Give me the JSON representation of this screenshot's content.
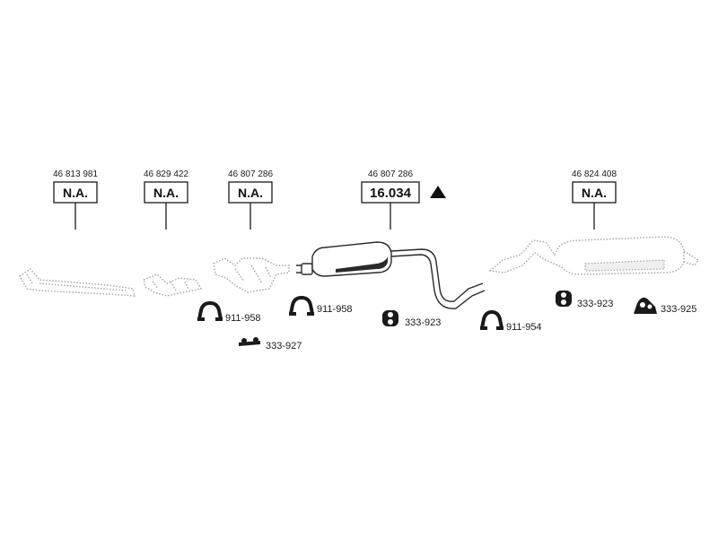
{
  "assemblies": [
    {
      "oem": "46 813 981",
      "code": "N.A."
    },
    {
      "oem": "46 829 422",
      "code": "N.A."
    },
    {
      "oem": "46 807 286",
      "code": "N.A."
    },
    {
      "oem": "46 807 286",
      "code": "16.034"
    },
    {
      "oem": "46 824 408",
      "code": "N.A."
    }
  ],
  "parts": [
    {
      "number": "911-958"
    },
    {
      "number": "333-927"
    },
    {
      "number": "911-958"
    },
    {
      "number": "333-923"
    },
    {
      "number": "911-954"
    },
    {
      "number": "333-923"
    },
    {
      "number": "333-925"
    }
  ],
  "icons": {
    "available_marker": "triangle-marker-icon",
    "clamp": "pipe-clamp-icon",
    "rubber_mount": "rubber-mount-icon",
    "bracket": "bracket-icon",
    "rubber_hanger": "rubber-hanger-icon"
  }
}
